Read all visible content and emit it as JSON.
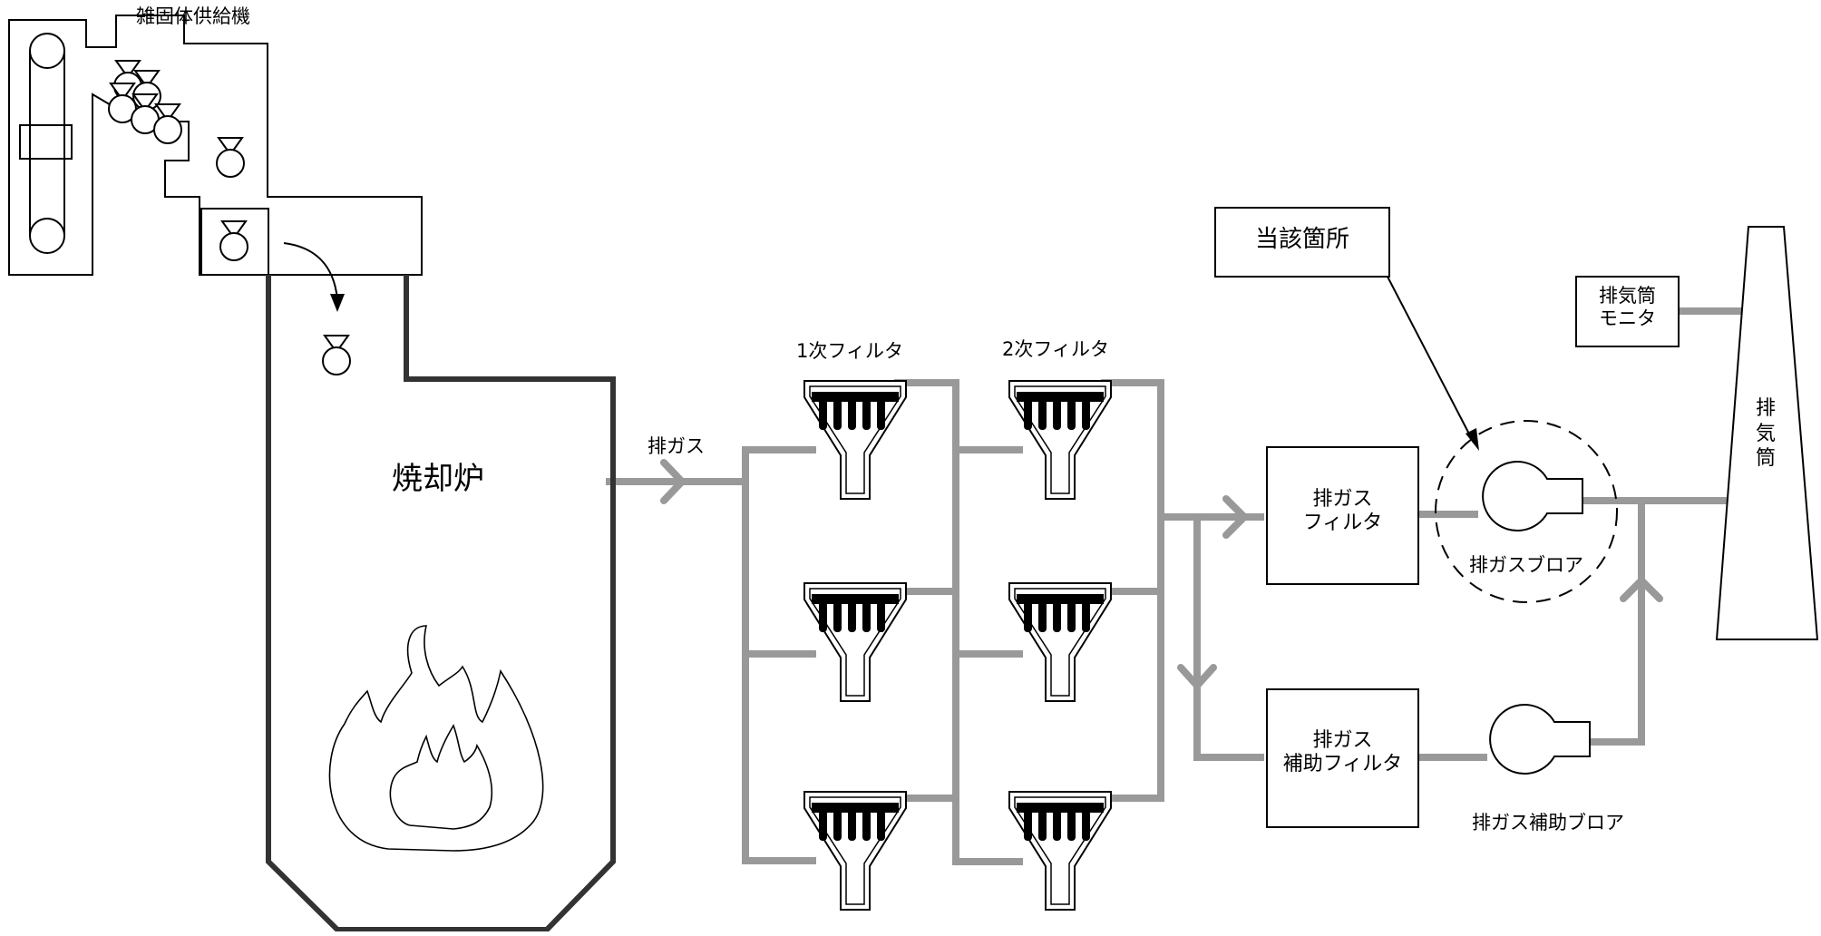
{
  "diagram": {
    "title": "",
    "labels": {
      "feeder": "雑固体供給機",
      "incinerator": "焼却炉",
      "exhaust_gas": "排ガス",
      "filter1": "1次フィルタ",
      "filter2": "2次フィルタ",
      "gas_filter_line1": "排ガス",
      "gas_filter_line2": "フィルタ",
      "aux_filter_line1": "排ガス",
      "aux_filter_line2": "補助フィルタ",
      "blower": "排ガスブロア",
      "aux_blower": "排ガス補助ブロア",
      "location": "当該箇所",
      "stack_monitor_line1": "排気筒",
      "stack_monitor_line2": "モニタ",
      "stack_char1": "排",
      "stack_char2": "気",
      "stack_char3": "筒"
    },
    "colors": {
      "pipe": "#999999",
      "line": "#000000",
      "background": "#ffffff"
    }
  }
}
